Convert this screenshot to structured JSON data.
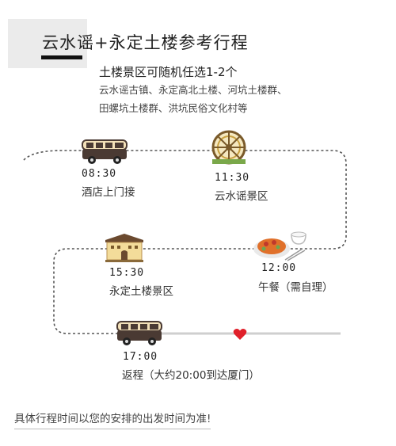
{
  "header": {
    "title": "云水谣+永定土楼参考行程",
    "subtitle": "土楼景区可随机任选1-2个",
    "description_lines": [
      "云水谣古镇、永定高北土楼、河坑土楼群、",
      "田螺坑土楼群、洪坑民俗文化村等"
    ]
  },
  "itinerary": [
    {
      "time": "08:30",
      "place": "酒店上门接",
      "icon": "bus-icon"
    },
    {
      "time": "11:30",
      "place": "云水谣景区",
      "icon": "waterwheel-icon"
    },
    {
      "time": "12:00",
      "place": "午餐（需自理）",
      "icon": "meal-icon"
    },
    {
      "time": "15:30",
      "place": "永定土楼景区",
      "icon": "tulou-icon"
    },
    {
      "time": "17:00",
      "place": "返程（大约20:00到达厦门）",
      "icon": "bus-icon"
    }
  ],
  "footer": {
    "note": "具体行程时间以您的安排的出发时间为准!"
  },
  "colors": {
    "accent_heart": "#e0202a",
    "path_line": "#555555",
    "bus_body": "#4a3a33",
    "bus_top": "#f2e0b8"
  }
}
